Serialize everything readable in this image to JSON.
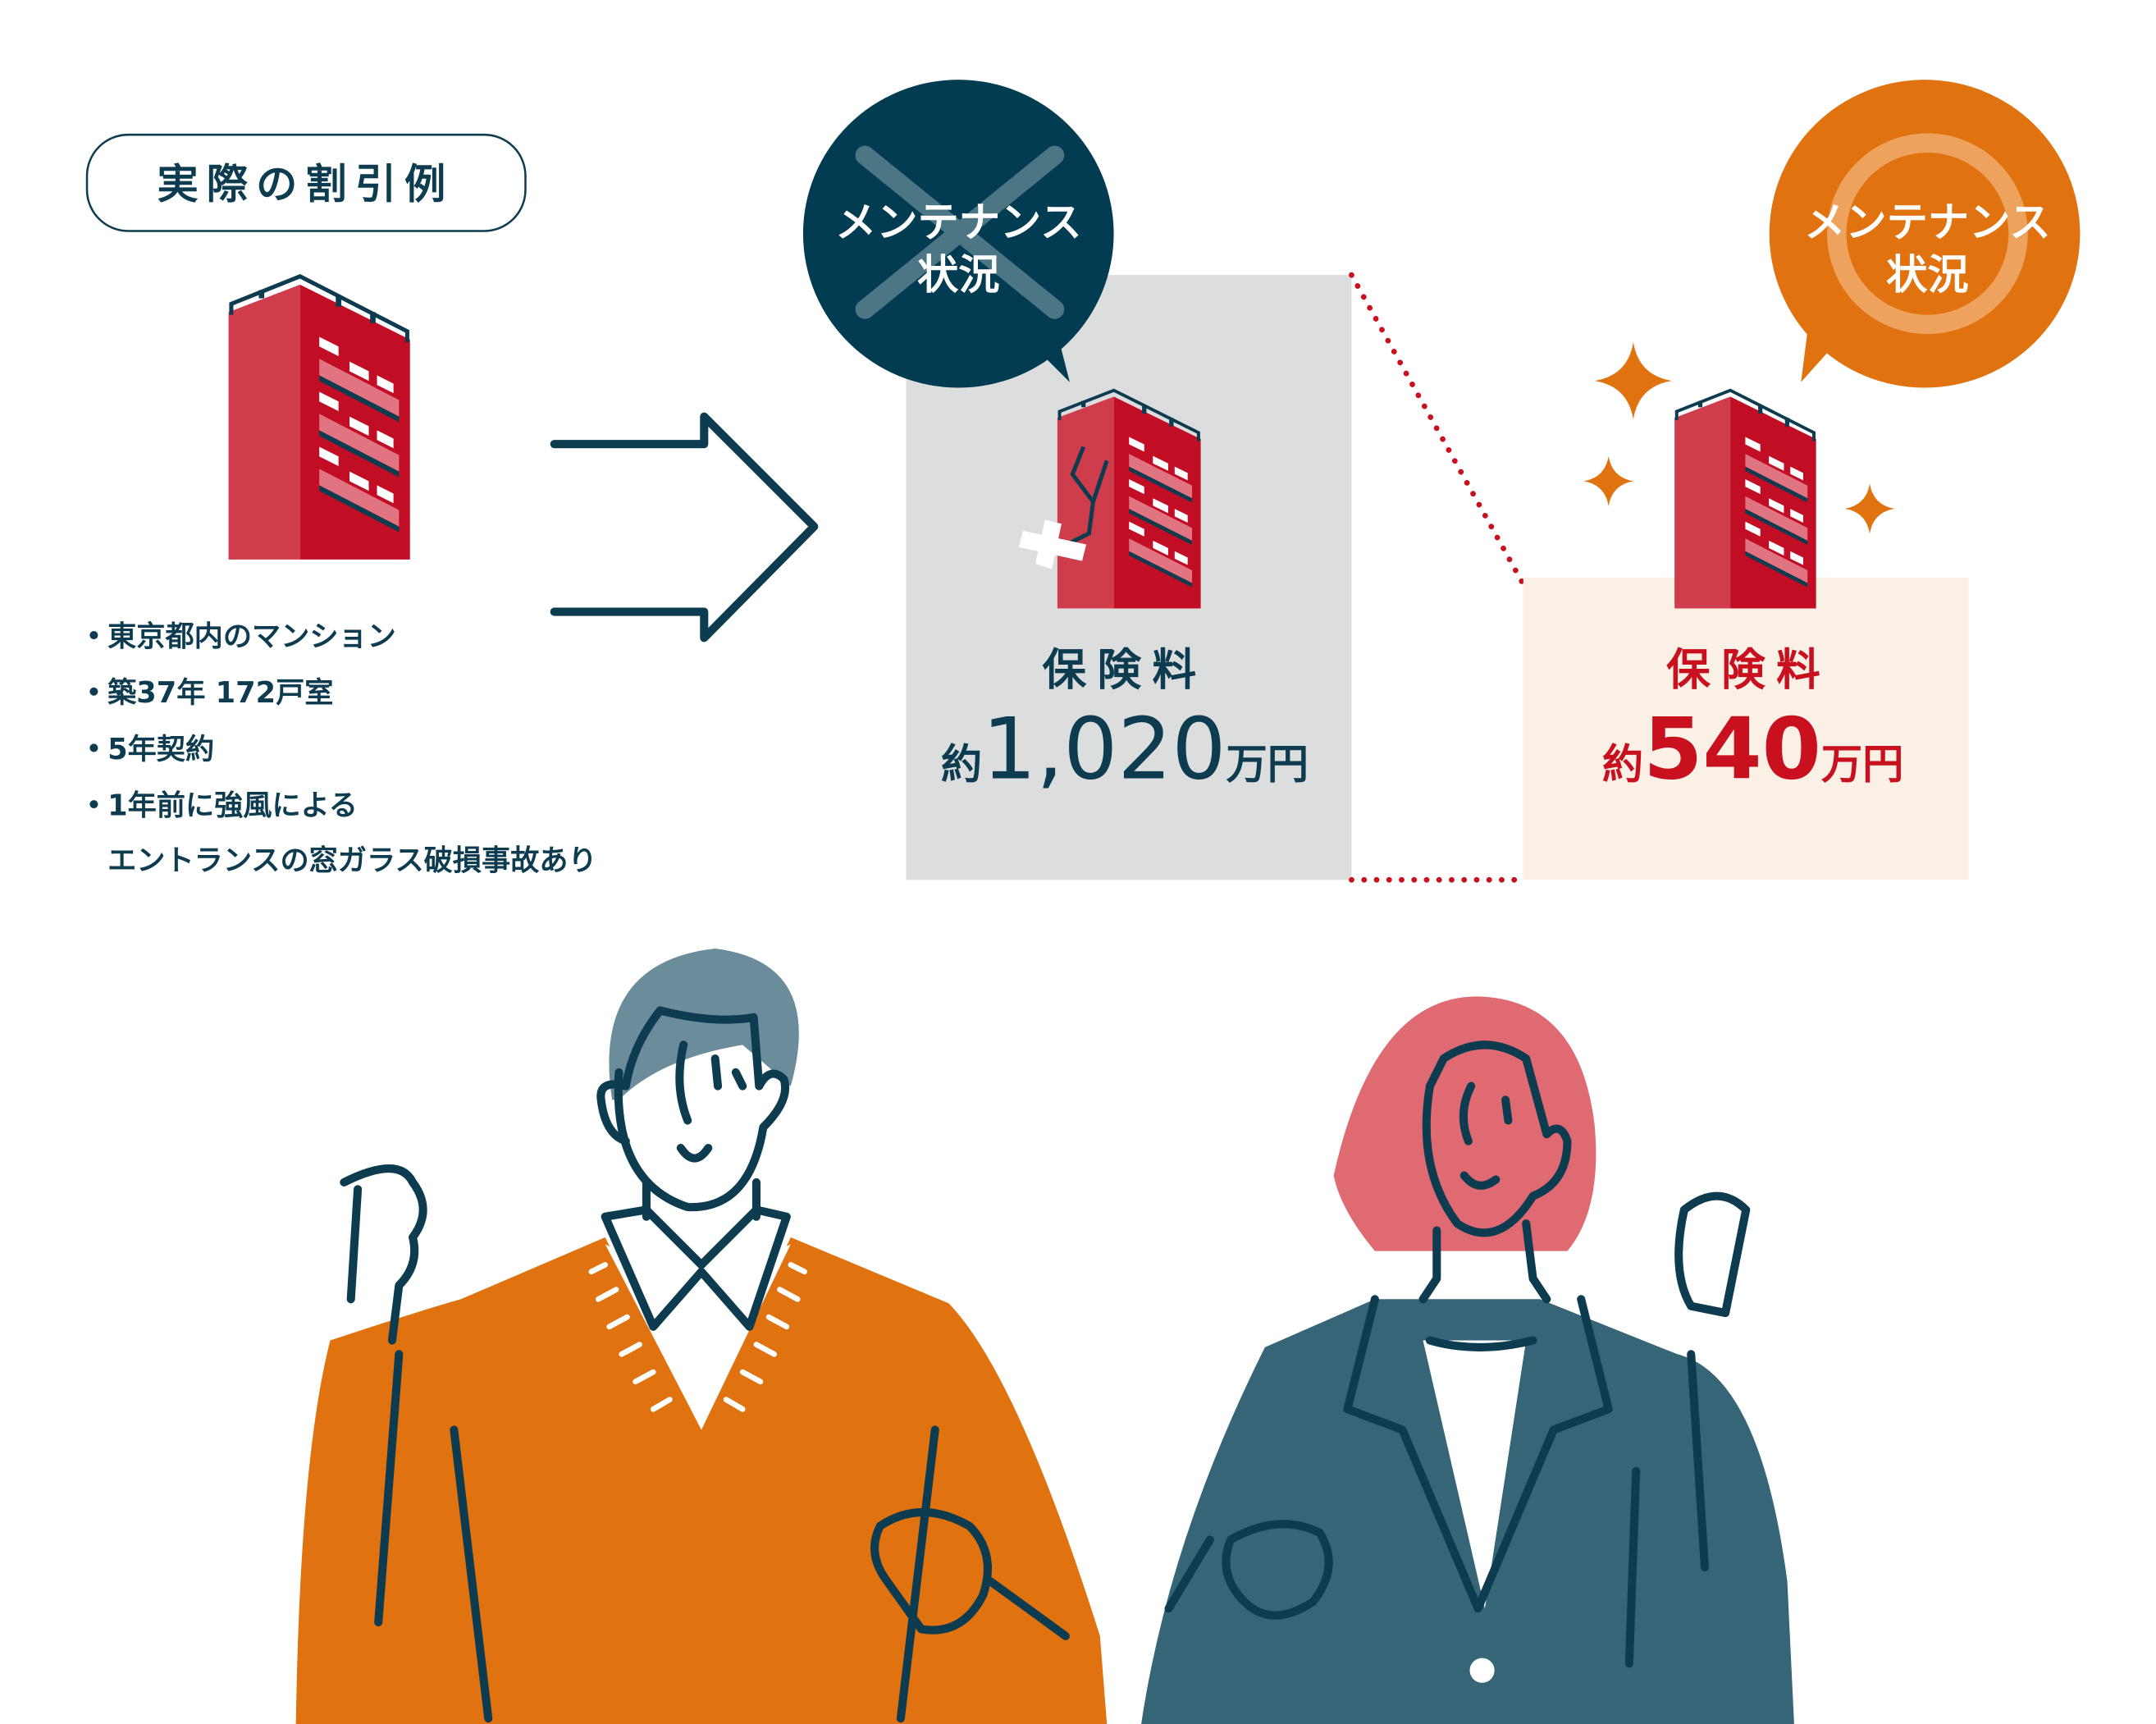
{
  "label": "実際の割引例",
  "details": [
    "東京都内のマンション",
    "築37年 172戸室",
    "5年契約",
    "1年前に強風による",
    "エントランスの窓ガラス破損事故あり"
  ],
  "before": {
    "bubble_line1": "メンテナンス",
    "bubble_line2": "状況",
    "premium_label": "保険料",
    "prefix": "約",
    "amount": "1,020",
    "unit": "万円"
  },
  "after": {
    "bubble_line1": "メンテナンス",
    "bubble_line2": "状況",
    "premium_label": "保険料",
    "prefix": "約",
    "amount": "540",
    "unit": "万円"
  },
  "colors": {
    "navy": "#0d3b4f",
    "red": "#c8101e",
    "orange": "#e07210",
    "gray_panel": "#dcdedd",
    "beige_panel": "#faf0e6"
  }
}
